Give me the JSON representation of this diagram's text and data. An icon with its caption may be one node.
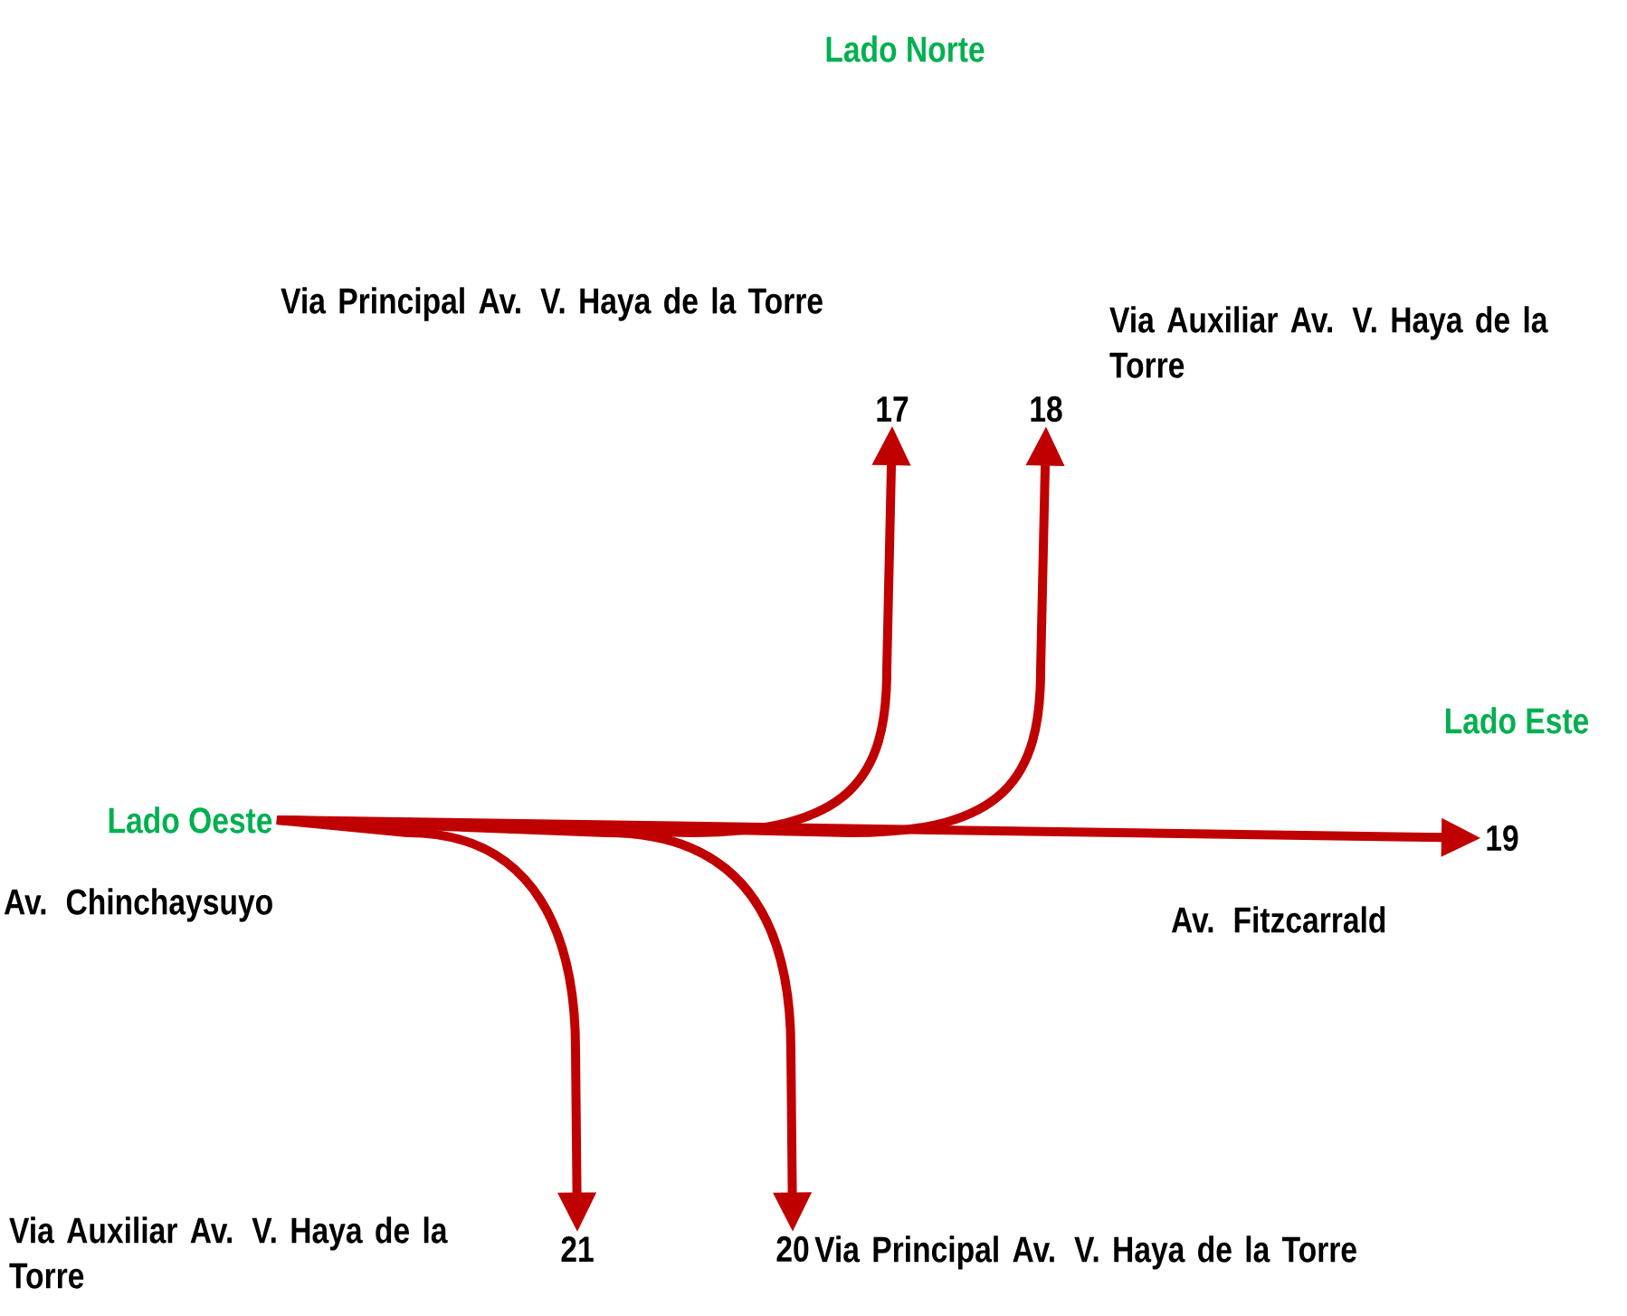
{
  "diagram": {
    "nodes": [
      {
        "text": [
          "17"
        ],
        "beside": [
          "Via Principal Av. V. Haya de la Torre"
        ]
      },
      {
        "text": [
          "18"
        ],
        "beside": [
          "Via Auxiliar Av. V. Haya de la Torre"
        ]
      },
      {
        "text": [
          "Lado Oeste"
        ],
        "beside": [
          "Av. Chinchaysuyo"
        ]
      },
      {
        "text": [
          "19"
        ],
        "beside": [
          "Av. Fitzcarrald"
        ]
      },
      {
        "text": [
          "21"
        ],
        "beside": [
          "Via Auxiliar Av. V. Haya de la Torre"
        ]
      },
      {
        "text": [
          "20"
        ],
        "beside": [
          "Via Principal Av. V. Haya de la Torre"
        ]
      }
    ],
    "edges": [
      {
        "from": 2,
        "to": 0,
        "arrow": "to"
      },
      {
        "from": 2,
        "to": 1,
        "arrow": "to"
      },
      {
        "from": 2,
        "to": 3,
        "arrow": "to"
      },
      {
        "from": 2,
        "to": 4,
        "arrow": "to"
      },
      {
        "from": 2,
        "to": 5,
        "arrow": "to"
      }
    ],
    "labels": [
      "Lado Norte",
      "Lado Este"
    ]
  }
}
